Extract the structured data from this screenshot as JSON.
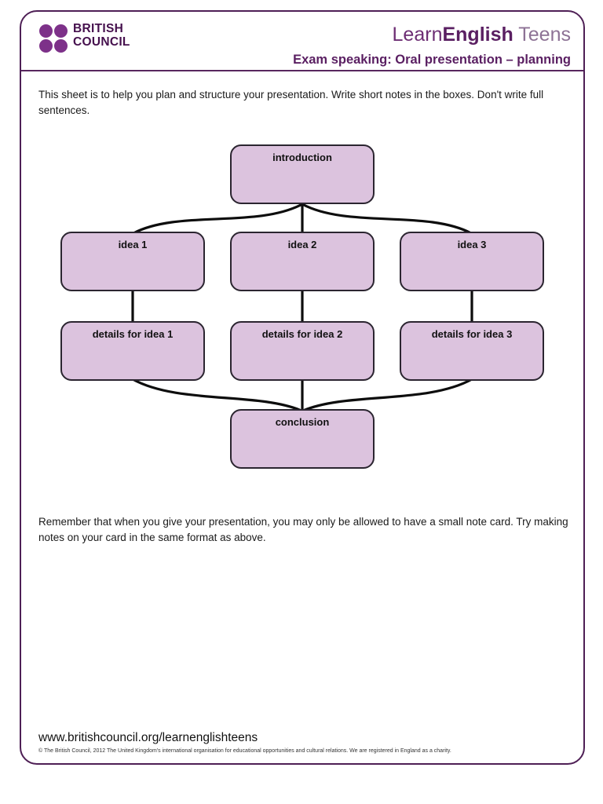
{
  "brand": {
    "council_line1": "BRITISH",
    "council_line2": "COUNCIL",
    "product": {
      "learn": "Learn",
      "english": "English",
      "teens": " Teens"
    },
    "sheet_title": "Exam speaking: Oral presentation – planning"
  },
  "instructions": "This sheet is to help you plan and structure your presentation. Write short notes in the boxes. Don't write full sentences.",
  "diagram": {
    "nodes": [
      {
        "id": "introduction",
        "label": "introduction"
      },
      {
        "id": "idea-1",
        "label": "idea 1"
      },
      {
        "id": "idea-2",
        "label": "idea 2"
      },
      {
        "id": "idea-3",
        "label": "idea 3"
      },
      {
        "id": "details-1",
        "label": "details for idea 1"
      },
      {
        "id": "details-2",
        "label": "details for idea 2"
      },
      {
        "id": "details-3",
        "label": "details for idea 3"
      },
      {
        "id": "conclusion",
        "label": "conclusion"
      }
    ]
  },
  "reminder": "Remember that when you give your presentation, you may only be allowed to have a small note card. Try making notes on your card in the same format as above.",
  "footer": {
    "url": "www.britishcouncil.org/learnenglishteens",
    "copyright": "© The British Council, 2012 The United Kingdom's international organisation for educational opportunities and cultural relations. We are registered in England as a charity."
  },
  "colors": {
    "card_border": "#4e1f55",
    "brand_purple_dark": "#45104d",
    "brand_purple": "#6d2e74",
    "teens_purple": "#8d7295",
    "logo_dot_purple": "#7d3189",
    "node_fill": "#dcc3de",
    "node_border": "#2b2530",
    "connector_black": "#0d0d0d"
  }
}
